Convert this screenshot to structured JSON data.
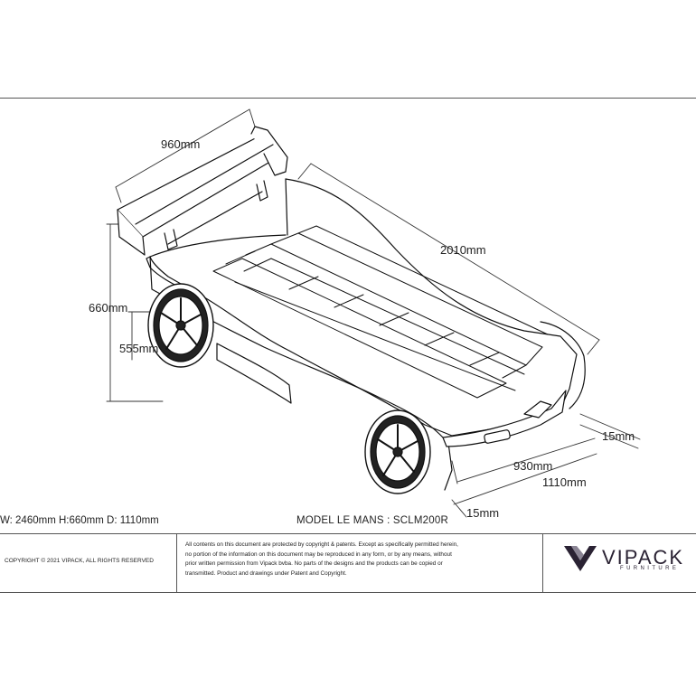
{
  "dimensions": {
    "spoiler_width": "960mm",
    "bed_length": "2010mm",
    "total_height": "660mm",
    "side_height": "555mm",
    "front_offset": "15mm",
    "inner_width": "930mm",
    "total_width": "1110mm",
    "rear_offset": "15mm"
  },
  "sheet": {
    "overall": "W: 2460mm H:660mm D: 1110mm",
    "model": "MODEL LE MANS : SCLM200R",
    "copyright": "COPYRIGHT  © 2021 VIPACK, ALL RIGHTS RESERVED",
    "legal_lines": [
      "All contents on this document are protected by copyright & patents. Except as specifically permitted herein,",
      "no portion of the information on this document may be reproduced in any form, or by any means, without",
      "prior written permission from Vipack bvba. No parts of the designs and the products can be copied or",
      "transmitted. Product and drawings under Patent and Copyright."
    ]
  },
  "logo": {
    "word": "VIPACK",
    "sub": "FURNITURE",
    "color": "#2a2233"
  },
  "icons": {
    "logo_mark": "v-chevron-logo-icon"
  }
}
